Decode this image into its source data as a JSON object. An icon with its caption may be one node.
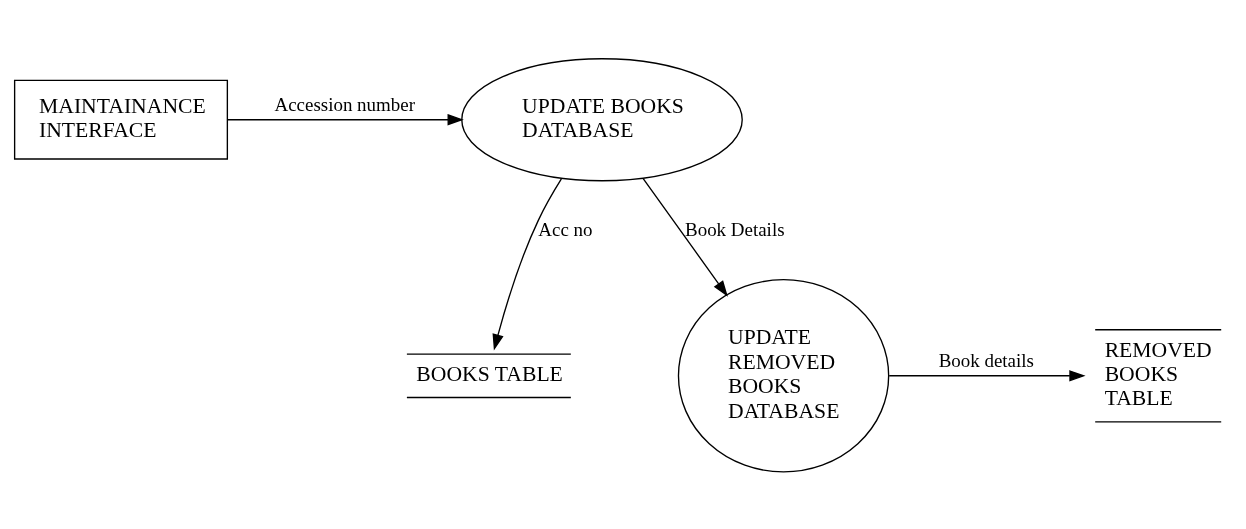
{
  "diagram": {
    "nodes": [
      {
        "text": [
          "MAINTAINANCE INTERFACE"
        ]
      },
      {
        "text": [
          "UPDATE BOOKS DATABASE"
        ]
      },
      {
        "text": [
          "BOOKS TABLE"
        ]
      },
      {
        "text": [
          "UPDATE REMOVED BOOKS DATABASE"
        ]
      },
      {
        "text": [
          "REMOVED BOOKS TABLE"
        ]
      }
    ],
    "edges": [
      {
        "from": 0,
        "to": 1,
        "arrow": "to",
        "label": "Accession number"
      },
      {
        "from": 1,
        "to": 2,
        "arrow": "to",
        "label": "Acc no"
      },
      {
        "from": 1,
        "to": 3,
        "arrow": "to",
        "label": "Book Details"
      },
      {
        "from": 3,
        "to": 4,
        "arrow": "to",
        "label": "Book details"
      }
    ]
  }
}
